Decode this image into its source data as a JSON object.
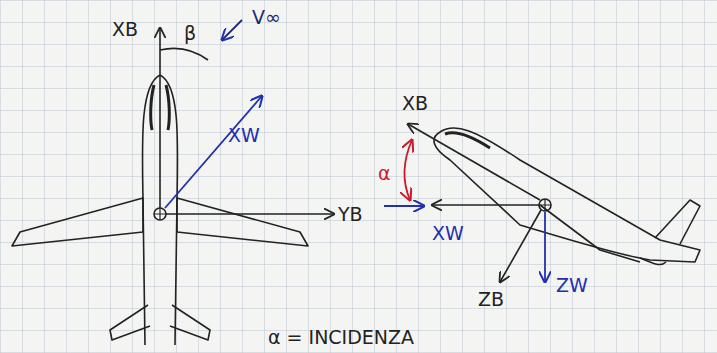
{
  "diagram": {
    "labels": [
      "XB",
      "YB",
      "XW",
      "β",
      "V∞",
      "XB",
      "α",
      "XW",
      "ZB",
      "ZW",
      "α = INCIDENZA"
    ]
  }
}
